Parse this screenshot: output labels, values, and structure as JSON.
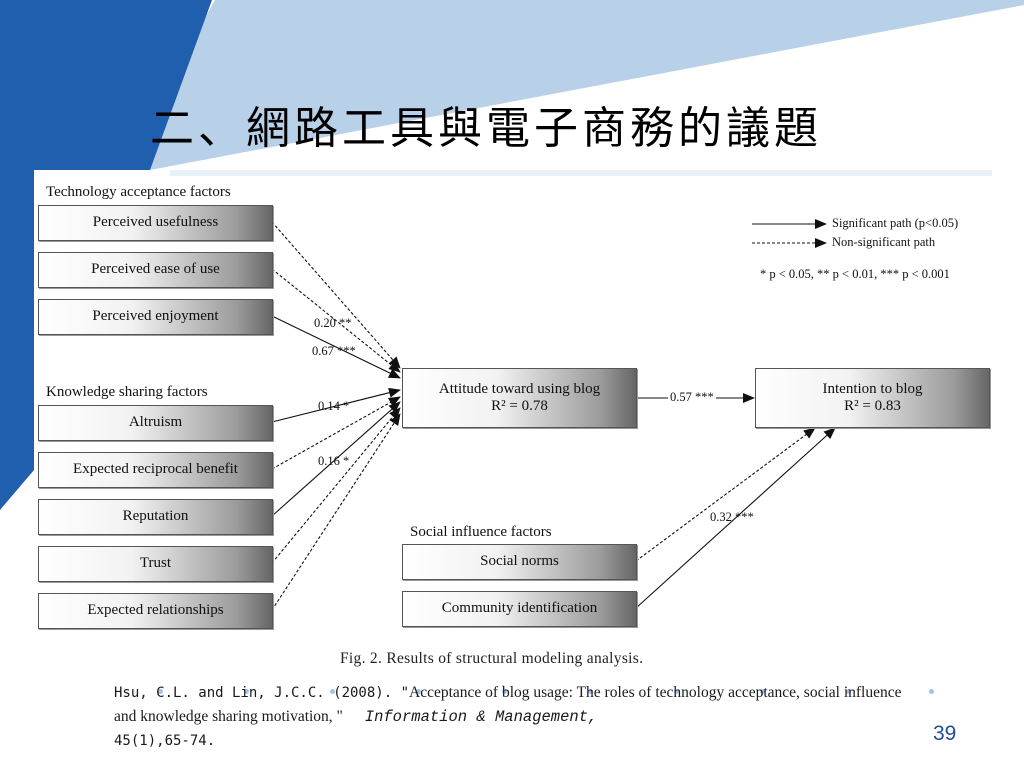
{
  "slide": {
    "title": "二、網路工具與電子商務的議題",
    "page_number": "39",
    "colors": {
      "accent_dark": "#1f5fae",
      "accent_light": "#aecbe6",
      "text": "#111111"
    }
  },
  "diagram": {
    "groups": {
      "technology": "Technology acceptance factors",
      "knowledge": "Knowledge sharing factors",
      "social": "Social influence factors"
    },
    "left_boxes": [
      "Perceived usefulness",
      "Perceived ease of use",
      "Perceived enjoyment",
      "Altruism",
      "Expected reciprocal benefit",
      "Reputation",
      "Trust",
      "Expected relationships"
    ],
    "social_boxes": [
      "Social norms",
      "Community identification"
    ],
    "attitude": {
      "label": "Attitude toward using blog",
      "r2": "R² = 0.78"
    },
    "intention": {
      "label": "Intention to blog",
      "r2": "R² = 0.83"
    },
    "path_labels": {
      "usefulness": "0.20 **",
      "enjoyment": "0.67 ***",
      "altruism": "0.14 *",
      "reciprocal": "0.16 *",
      "attitude_intention": "0.57 ***",
      "community": "0.32 ***"
    },
    "legend": {
      "significant": "Significant path (p<0.05)",
      "nonsignificant": "Non-significant path",
      "note": "* p < 0.05, ** p < 0.01, *** p < 0.001"
    },
    "caption": "Fig. 2.  Results of structural modeling analysis."
  },
  "reference": {
    "authors": "Hsu, C.L. and Lin, J.C.C. (2008). \"",
    "title": "Acceptance of blog usage: The roles of technology acceptance, social influence and knowledge sharing motivation, \"",
    "journal": "Information & Management,",
    "volume": "45(1),65-74."
  }
}
